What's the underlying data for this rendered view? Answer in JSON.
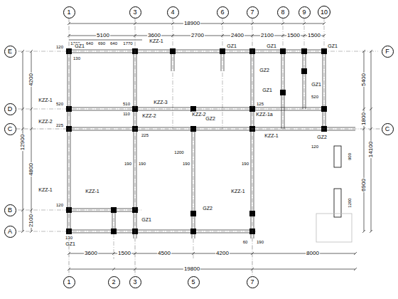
{
  "diagram": {
    "nodes": [
      {
        "text": [
          "1"
        ]
      },
      {
        "text": [
          "3"
        ]
      },
      {
        "text": [
          "4"
        ]
      },
      {
        "text": [
          "6"
        ]
      },
      {
        "text": [
          "7"
        ]
      },
      {
        "text": [
          "8"
        ]
      },
      {
        "text": [
          "9"
        ]
      },
      {
        "text": [
          "10"
        ]
      },
      {
        "text": [
          "E"
        ]
      },
      {
        "text": [
          "D"
        ]
      },
      {
        "text": [
          "C"
        ]
      },
      {
        "text": [
          "B"
        ]
      },
      {
        "text": [
          "A"
        ]
      },
      {
        "text": [
          "F"
        ]
      },
      {
        "text": [
          "C"
        ]
      },
      {
        "text": [
          "1"
        ]
      },
      {
        "text": [
          "2"
        ]
      },
      {
        "text": [
          "3"
        ]
      },
      {
        "text": [
          "5"
        ]
      },
      {
        "text": [
          "7"
        ]
      }
    ],
    "edges": [
      {
        "from": 0,
        "to": 15,
        "arrow": "none"
      },
      {
        "from": 1,
        "to": 17,
        "arrow": "none"
      },
      {
        "from": 4,
        "to": 19,
        "arrow": "none"
      },
      {
        "from": 10,
        "to": 14,
        "arrow": "none"
      }
    ],
    "labels": [
      "18900",
      "5100",
      "3600",
      "2700",
      "2400",
      "2100",
      "1500",
      "1500",
      "1360",
      "640",
      "690",
      "640",
      "1770",
      "12900",
      "4200",
      "4800",
      "2100",
      "5400",
      "1800",
      "14100",
      "6900",
      "900",
      "1200",
      "3600",
      "1500",
      "4500",
      "4200",
      "8000",
      "19800",
      "KZZ-1",
      "KZZ-1",
      "KZZ-3",
      "KZZ-2",
      "KZZ-2",
      "KZZ-2",
      "KZZ-1a",
      "KZZ-1",
      "KZZ-1",
      "KZZ-1",
      "KZZ-1",
      "GZ1",
      "GZ1",
      "GZ1",
      "GZ1",
      "GZ2",
      "GZ1",
      "GZ1",
      "GZ2",
      "GZ2",
      "GZ1",
      "GZ2",
      "GZ1",
      "120",
      "130",
      "520",
      "225",
      "510",
      "110",
      "225",
      "190",
      "190",
      "190",
      "190",
      "1200",
      "125",
      "520",
      "120",
      "120",
      "130",
      "60",
      "190"
    ]
  }
}
